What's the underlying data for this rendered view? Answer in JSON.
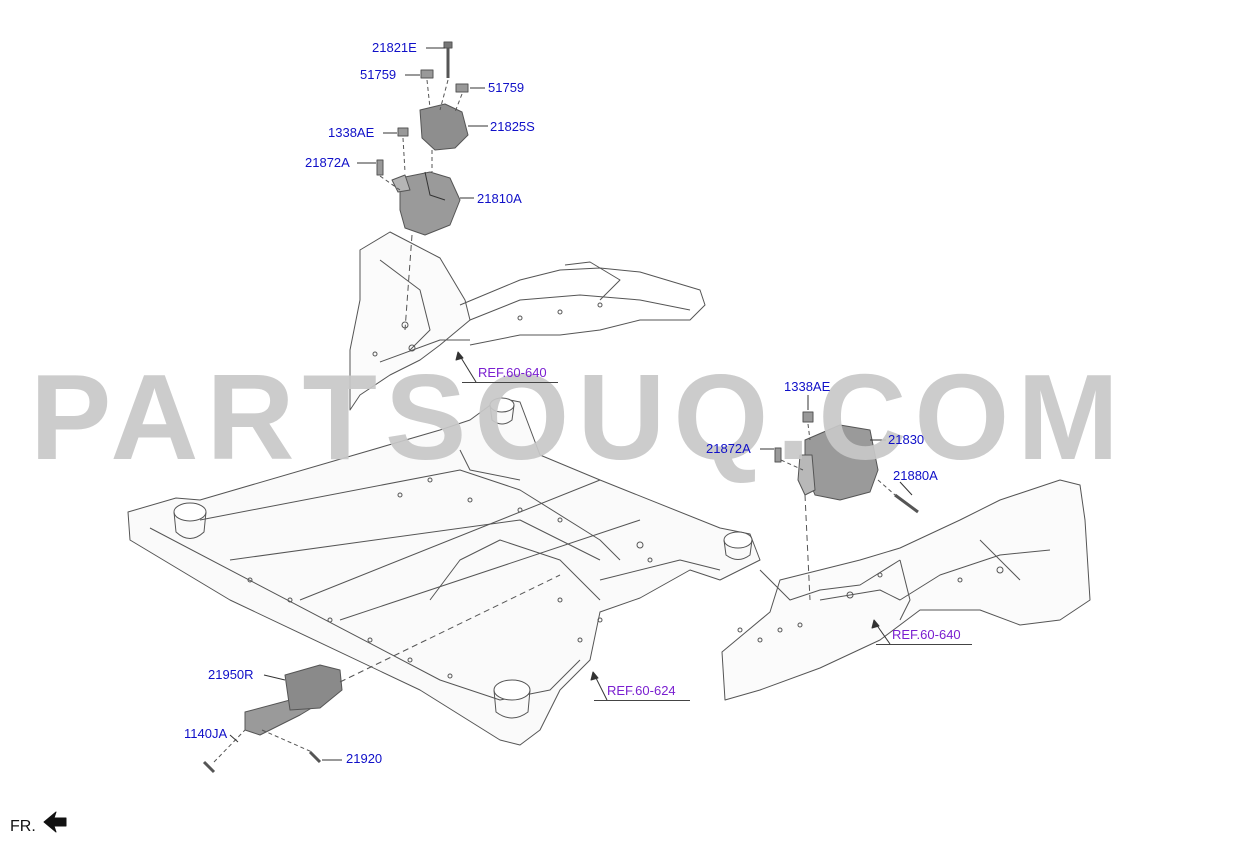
{
  "watermark": "PARTSOUQ.COM",
  "labels": {
    "p21821E": "21821E",
    "p51759a": "51759",
    "p51759b": "51759",
    "p1338AE_top": "1338AE",
    "p21825S": "21825S",
    "p21872A_top": "21872A",
    "p21810A": "21810A",
    "p1338AE_right": "1338AE",
    "p21830": "21830",
    "p21872A_right": "21872A",
    "p21880A": "21880A",
    "p21950R": "21950R",
    "p1140JA": "1140JA",
    "p21920": "21920"
  },
  "refs": {
    "ref_top": "REF.60-640",
    "ref_right": "REF.60-640",
    "ref_subframe": "REF.60-624"
  },
  "front_marker": "FR.",
  "colors": {
    "part_label": "#1010c8",
    "ref_label": "#7a1fd0",
    "line_art": "#555555",
    "watermark": "#c8c8c8"
  }
}
